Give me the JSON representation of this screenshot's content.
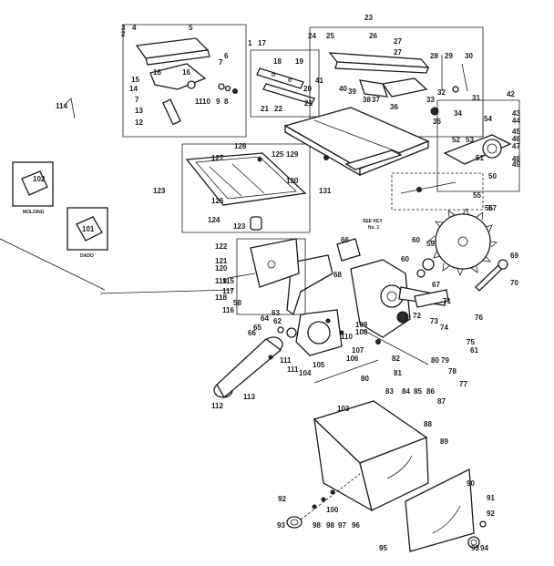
{
  "diagram": {
    "callouts": [
      "1",
      "2",
      "3",
      "4",
      "5",
      "6",
      "7",
      "7",
      "8",
      "9",
      "10",
      "11",
      "12",
      "13",
      "14",
      "15",
      "16",
      "16",
      "17",
      "18",
      "19",
      "20",
      "21",
      "21",
      "22",
      "23",
      "24",
      "25",
      "26",
      "27",
      "27",
      "28",
      "29",
      "30",
      "31",
      "32",
      "33",
      "34",
      "35",
      "36",
      "37",
      "38",
      "39",
      "40",
      "41",
      "42",
      "43",
      "44",
      "45",
      "46",
      "47",
      "48",
      "49",
      "50",
      "51",
      "52",
      "53",
      "54",
      "55",
      "56",
      "57",
      "58",
      "59",
      "60",
      "60",
      "61",
      "62",
      "63",
      "64",
      "65",
      "66",
      "66",
      "67",
      "68",
      "69",
      "70",
      "71",
      "72",
      "73",
      "74",
      "75",
      "76",
      "77",
      "78",
      "79",
      "80",
      "80",
      "81",
      "82",
      "83",
      "84",
      "85",
      "86",
      "87",
      "88",
      "89",
      "90",
      "91",
      "92",
      "92",
      "93",
      "93",
      "94",
      "95",
      "96",
      "97",
      "98",
      "98",
      "100",
      "101",
      "102",
      "103",
      "104",
      "105",
      "106",
      "107",
      "108",
      "109",
      "110",
      "111",
      "111",
      "112",
      "113",
      "114",
      "115",
      "116",
      "117",
      "118",
      "119",
      "120",
      "121",
      "122",
      "123",
      "123",
      "124",
      "125",
      "126",
      "127",
      "128",
      "129",
      "130",
      "131"
    ],
    "inset_labels": {
      "molding": "MOLDING",
      "dado": "DADO",
      "see_key": "SEE KEY",
      "see_key_no": "No. 1"
    }
  }
}
